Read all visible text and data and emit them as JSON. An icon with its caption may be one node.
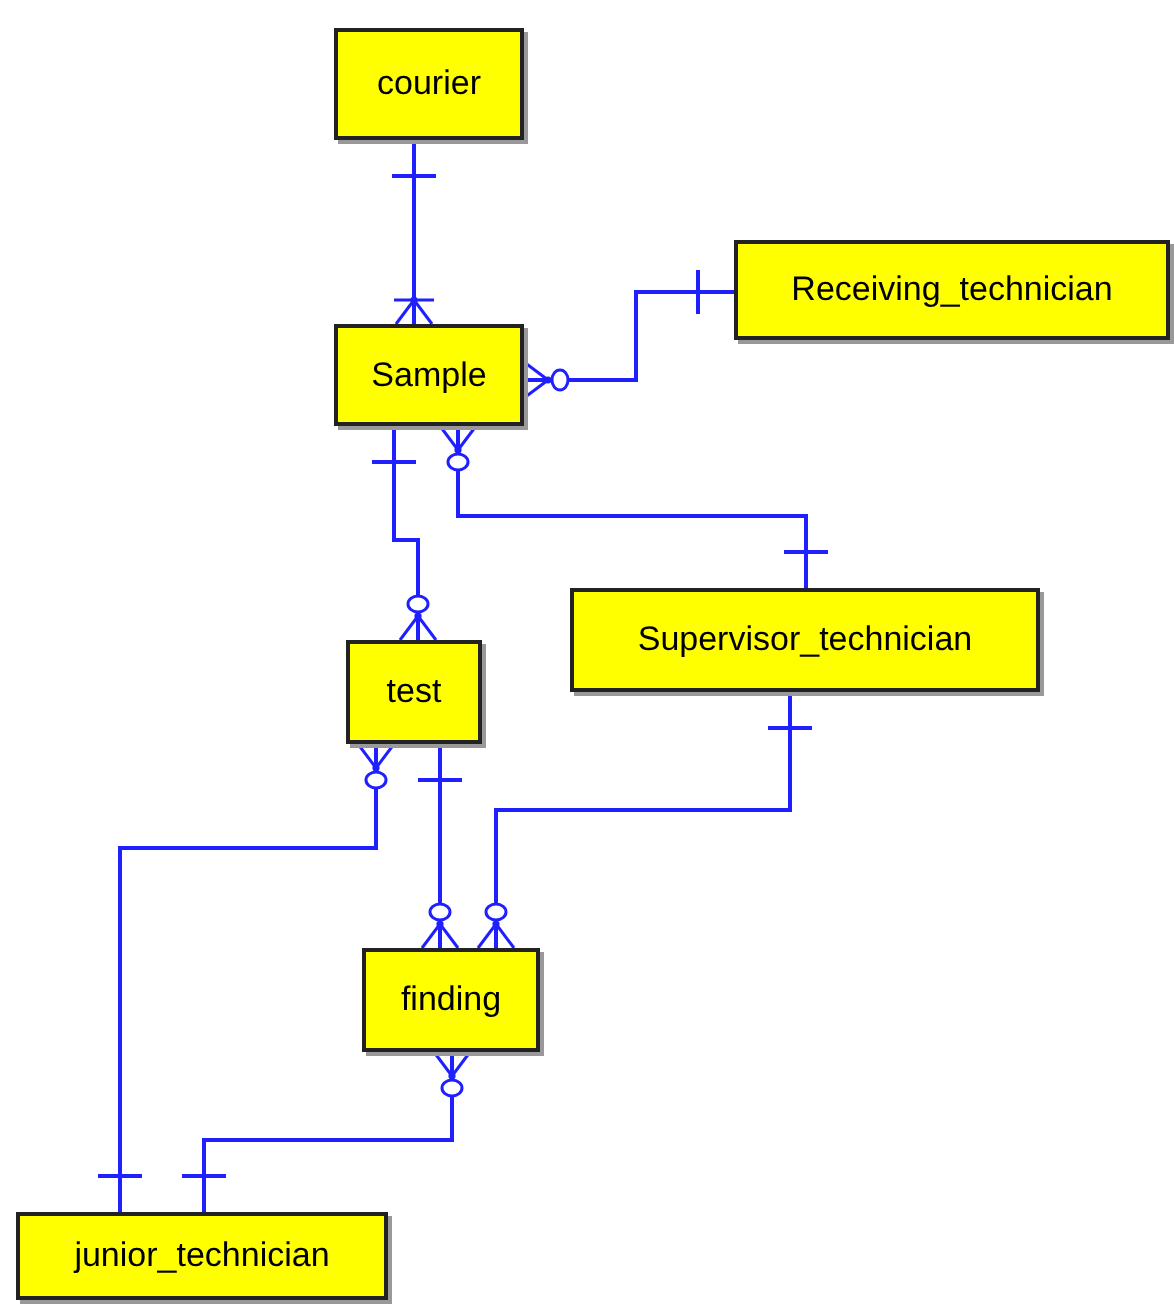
{
  "diagram": {
    "nodes": [
      {
        "text": [
          "courier"
        ]
      },
      {
        "text": [
          "Sample"
        ]
      },
      {
        "text": [
          "Receiving_technician"
        ]
      },
      {
        "text": [
          "test"
        ]
      },
      {
        "text": [
          "Supervisor_technician"
        ]
      },
      {
        "text": [
          "finding"
        ]
      },
      {
        "text": [
          "junior_technician"
        ]
      }
    ],
    "edges": [
      {
        "from": 0,
        "to": 1,
        "arrow": "other"
      },
      {
        "from": 2,
        "to": 1,
        "arrow": "other"
      },
      {
        "from": 1,
        "to": 3,
        "arrow": "other"
      },
      {
        "from": 4,
        "to": 1,
        "arrow": "other"
      },
      {
        "from": 3,
        "to": 5,
        "arrow": "other"
      },
      {
        "from": 4,
        "to": 5,
        "arrow": "other"
      },
      {
        "from": 6,
        "to": 3,
        "arrow": "other"
      },
      {
        "from": 6,
        "to": 5,
        "arrow": "other"
      }
    ]
  }
}
